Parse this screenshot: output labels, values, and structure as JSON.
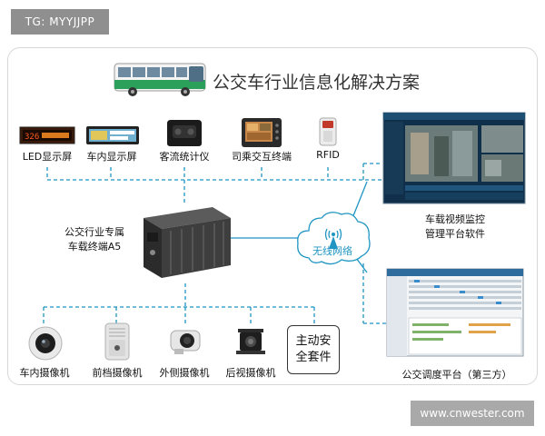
{
  "corner_tag": "TG: MYYJJPP",
  "title": "公交车行业信息化解决方案",
  "top_devices": [
    {
      "label": "LED显示屏",
      "display_text": "326"
    },
    {
      "label": "车内显示屏"
    },
    {
      "label": "客流统计仪"
    },
    {
      "label": "司乘交互终端"
    },
    {
      "label": "RFID"
    }
  ],
  "terminal": {
    "line1": "公交行业专属",
    "line2": "车载终端A5"
  },
  "network": {
    "label": "无线网络"
  },
  "video_platform": {
    "line1": "车载视频监控",
    "line2": "管理平台软件"
  },
  "dispatch_platform": {
    "label": "公交调度平台（第三方）"
  },
  "cameras": [
    {
      "label": "车内摄像机"
    },
    {
      "label": "前档摄像机"
    },
    {
      "label": "外侧摄像机"
    },
    {
      "label": "后视摄像机"
    }
  ],
  "safety_suite": {
    "line1": "主动安",
    "line2": "全套件"
  },
  "watermark": "www.cnwester.com",
  "colors": {
    "connector": "#1f95c2",
    "tag_bg": "#8f8f8f",
    "bus_green": "#2aa05a"
  }
}
